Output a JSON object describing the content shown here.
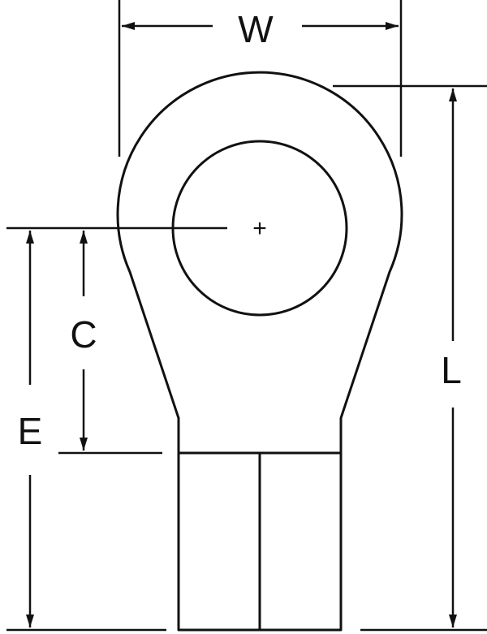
{
  "labels": {
    "width": "W",
    "length": "L",
    "center_to_end": "C",
    "hole_center_to_barrel": "E",
    "center_mark": "+"
  },
  "colors": {
    "line": "#111111",
    "background": "#ffffff"
  }
}
